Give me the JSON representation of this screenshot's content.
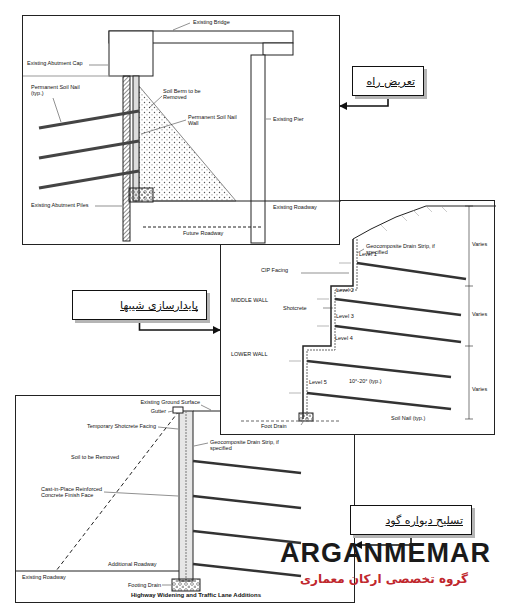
{
  "diagram": {
    "nodes": [
      {
        "text": [
          "Existing Bridge",
          "Existing Abutment Cap",
          "Permanent Soil Nail (typ.)",
          "Soil Berm to be Removed",
          "Permanent Soil Nail Wall",
          "Existing Pier",
          "Existing Roadway",
          "Existing Abutment Piles",
          "Future Roadway"
        ]
      },
      {
        "text": [
          "تعریض راه"
        ]
      },
      {
        "text": [
          "Level 1",
          "CIP Facing",
          "Geocomposite Drain Strip, if specified",
          "Varies",
          "MIDDLE WALL",
          "Shotcrete",
          "Level 2",
          "Level 3",
          "Varies",
          "LOWER WALL",
          "Level 4",
          "Level 5",
          "10°-20° (typ.)",
          "Soil Nail (typ.)",
          "Varies",
          "Foot Drain"
        ]
      },
      {
        "text": [
          "پایدارسازی شیبها"
        ]
      },
      {
        "text": [
          "Existing Ground Surface",
          "Gutter",
          "Temporary Shotcrete Facing",
          "Geocomposite Drain Strip, if specified",
          "Soil to be Removed",
          "Cast-in-Place Reinforced Concrete Finish Face",
          "Additional Roadway",
          "Existing Roadway",
          "Footing Drain",
          "Highway Widening and Traffic Lane Additions"
        ]
      },
      {
        "text": [
          "تسلیح دیواره گود"
        ]
      }
    ],
    "edges": [
      {
        "from": 1,
        "to": 0,
        "arrow": "to"
      },
      {
        "from": 3,
        "to": 2,
        "arrow": "to"
      },
      {
        "from": 5,
        "to": 4,
        "arrow": "to"
      }
    ],
    "labels": [
      "ARGANMEMAR",
      "گروه تخصصی ارکان معماری"
    ]
  }
}
